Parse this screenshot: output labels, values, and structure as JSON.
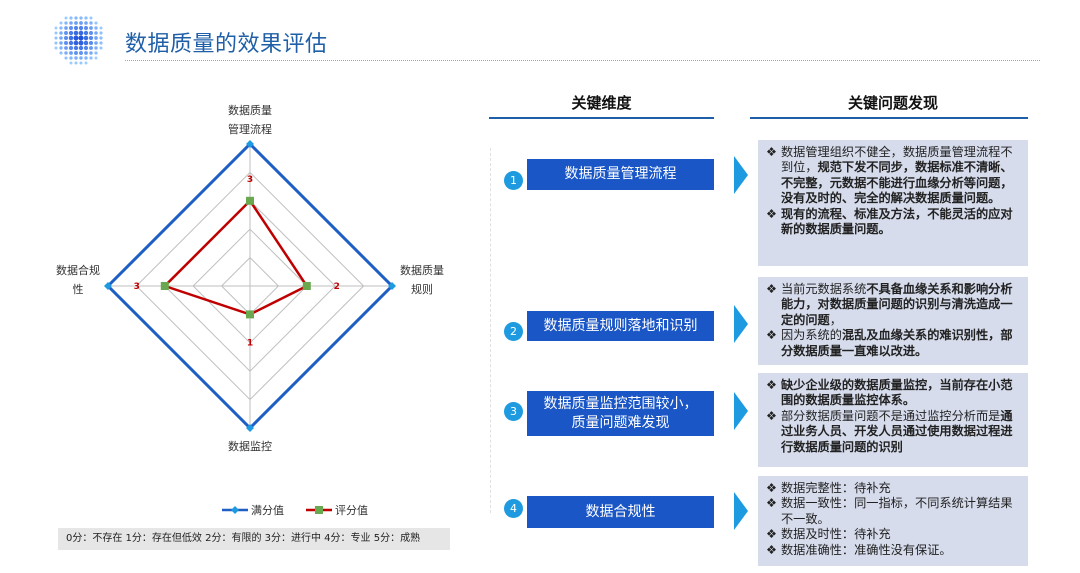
{
  "header": {
    "title": "数据质量的效果评估"
  },
  "columns": {
    "dimension": "关键维度",
    "finding": "关键问题发现"
  },
  "chart_data": {
    "type": "radar",
    "axes": [
      "数据质量管理流程",
      "数据质量规则",
      "数据监控",
      "数据合规性"
    ],
    "axis_label_lines": [
      [
        "数据质量",
        "管理流程"
      ],
      [
        "数据质量",
        "规则"
      ],
      [
        "数据监控"
      ],
      [
        "数据合规",
        "性"
      ]
    ],
    "range": [
      0,
      5
    ],
    "grid_levels": 5,
    "series": [
      {
        "name": "满分值",
        "values": [
          5,
          5,
          5,
          5
        ],
        "color": "#1f5fc4"
      },
      {
        "name": "评分值",
        "values": [
          3,
          2,
          1,
          3
        ],
        "color": "#c00000"
      }
    ],
    "data_labels": [
      "3",
      "2",
      "1",
      "3"
    ]
  },
  "scale_note": "0分：不存在  1分：存在但低效  2分：有限的  3分：进行中  4分：专业  5分：成熟",
  "rows": [
    {
      "num": "1",
      "dimension": [
        "数据质量管理流程"
      ],
      "findings": [
        [
          [
            "数据管理组织不健全，数据质量管理流程不到位，",
            false
          ],
          [
            "规范下发不同步，数据标准不清晰、不完整，元数据不能进行血缘分析等问题，没有及时的、完全的解决数据质量问题。",
            true
          ]
        ],
        [
          [
            "现有的流程、标准及方法，不能灵活的应对新的数据质量问题。",
            true
          ]
        ]
      ]
    },
    {
      "num": "2",
      "dimension": [
        "数据质量规则落地和识别"
      ],
      "findings": [
        [
          [
            "当前元数据系统",
            false
          ],
          [
            "不具备血缘关系和影响分析能力，对数据质量问题的识别与清洗造成一定的问题",
            true
          ],
          [
            "，",
            false
          ]
        ],
        [
          [
            "因为系统的",
            false
          ],
          [
            "混乱及血缘关系的难识别性，部分数据质量一直难以改进。",
            true
          ]
        ]
      ]
    },
    {
      "num": "3",
      "dimension": [
        "数据质量监控范围较小，",
        "质量问题难发现"
      ],
      "findings": [
        [
          [
            "缺少企业级的数据质量监控，当前存在小范围的数据质量监控体系。",
            true
          ]
        ],
        [
          [
            "部分数据质量问题不是通过监控分析而是",
            false
          ],
          [
            "通过业务人员、开发人员通过使用数据过程进行数据质量问题的识别",
            true
          ]
        ]
      ]
    },
    {
      "num": "4",
      "dimension": [
        "数据合规性"
      ],
      "findings": [
        [
          [
            "数据完整性：待补充",
            false
          ]
        ],
        [
          [
            "数据一致性：同一指标，不同系统计算结果不一致。",
            false
          ]
        ],
        [
          [
            "数据及时性：待补充",
            false
          ]
        ],
        [
          [
            "数据准确性：准确性没有保证。",
            false
          ]
        ]
      ]
    }
  ],
  "colors": {
    "accent": "#1f5fa8",
    "dim_box": "#1a56c6",
    "badge": "#1e9be0",
    "finding_bg": "#d6dcec",
    "score": "#c00000",
    "max": "#1f5fc4"
  },
  "icons": {
    "logo": "dot-sphere-logo",
    "arrow": "right-arrow-icon",
    "bullet": "diamond-bullet-icon"
  }
}
